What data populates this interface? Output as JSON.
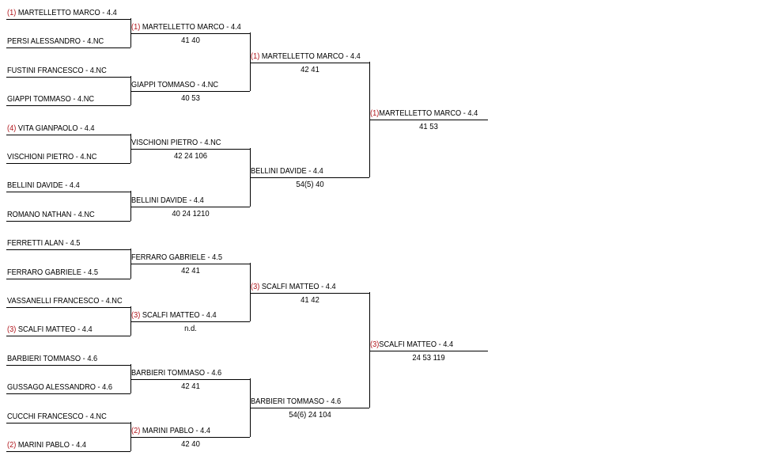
{
  "rounds": [
    [
      {
        "seed": "(1)",
        "name": "MARTELLETTO MARCO - 4.4"
      },
      {
        "seed": "",
        "name": "PERSI ALESSANDRO - 4.NC"
      },
      {
        "seed": "",
        "name": "FUSTINI FRANCESCO - 4.NC"
      },
      {
        "seed": "",
        "name": "GIAPPI TOMMASO - 4.NC"
      },
      {
        "seed": "(4)",
        "name": "VITA GIANPAOLO - 4.4"
      },
      {
        "seed": "",
        "name": "VISCHIONI PIETRO - 4.NC"
      },
      {
        "seed": "",
        "name": "BELLINI DAVIDE - 4.4"
      },
      {
        "seed": "",
        "name": "ROMANO NATHAN - 4.NC"
      },
      {
        "seed": "",
        "name": "FERRETTI ALAN - 4.5"
      },
      {
        "seed": "",
        "name": "FERRARO GABRIELE - 4.5"
      },
      {
        "seed": "",
        "name": "VASSANELLI FRANCESCO - 4.NC"
      },
      {
        "seed": "(3)",
        "name": "SCALFI MATTEO - 4.4"
      },
      {
        "seed": "",
        "name": "BARBIERI TOMMASO - 4.6"
      },
      {
        "seed": "",
        "name": "GUSSAGO ALESSANDRO - 4.6"
      },
      {
        "seed": "",
        "name": "CUCCHI FRANCESCO - 4.NC"
      },
      {
        "seed": "(2)",
        "name": "MARINI PABLO - 4.4"
      }
    ],
    [
      {
        "seed": "(1)",
        "name": "MARTELLETTO MARCO - 4.4",
        "score": "41 40"
      },
      {
        "seed": "",
        "name": "GIAPPI TOMMASO - 4.NC",
        "score": "40 53"
      },
      {
        "seed": "",
        "name": "VISCHIONI PIETRO - 4.NC",
        "score": "42 24 106"
      },
      {
        "seed": "",
        "name": "BELLINI DAVIDE - 4.4",
        "score": "40 24 1210"
      },
      {
        "seed": "",
        "name": "FERRARO GABRIELE - 4.5",
        "score": "42 41"
      },
      {
        "seed": "(3)",
        "name": "SCALFI MATTEO - 4.4",
        "score": "n.d."
      },
      {
        "seed": "",
        "name": "BARBIERI TOMMASO - 4.6",
        "score": "42 41"
      },
      {
        "seed": "(2)",
        "name": "MARINI PABLO - 4.4",
        "score": "42 40"
      }
    ],
    [
      {
        "seed": "(1)",
        "name": "MARTELLETTO MARCO - 4.4",
        "score": "42 41"
      },
      {
        "seed": "",
        "name": "BELLINI DAVIDE - 4.4",
        "score": "54(5) 40"
      },
      {
        "seed": "(3)",
        "name": "SCALFI MATTEO - 4.4",
        "score": "41 42"
      },
      {
        "seed": "",
        "name": "BARBIERI TOMMASO - 4.6",
        "score": "54(6) 24 104"
      }
    ],
    [
      {
        "seed": "(1)",
        "name": "MARTELLETTO MARCO - 4.4",
        "score": "41 53"
      },
      {
        "seed": "(3)",
        "name": "SCALFI MATTEO - 4.4",
        "score": "24 53 119"
      }
    ]
  ],
  "colors": {
    "seed": "#b0151b",
    "line": "#000000"
  }
}
